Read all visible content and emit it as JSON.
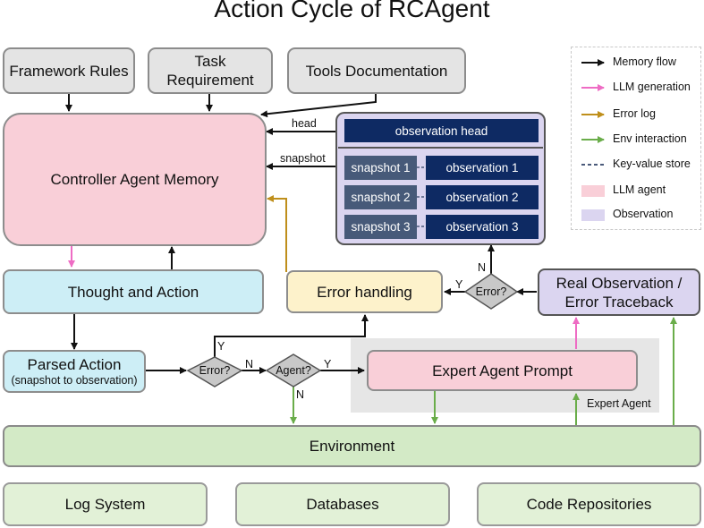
{
  "title": "Action Cycle of RCAgent",
  "inputs": {
    "framework_rules": "Framework Rules",
    "task_requirement": "Task Requirement",
    "tools_documentation": "Tools Documentation"
  },
  "controller_memory": "Controller Agent Memory",
  "observation_store": {
    "head": "observation head",
    "rows": [
      {
        "snapshot": "snapshot 1",
        "observation": "observation 1"
      },
      {
        "snapshot": "snapshot 2",
        "observation": "observation 2"
      },
      {
        "snapshot": "snapshot 3",
        "observation": "observation 3"
      }
    ]
  },
  "edge_labels": {
    "head": "head",
    "snapshot": "snapshot",
    "expert_agent": "Expert Agent"
  },
  "thought_and_action": "Thought and Action",
  "error_handling": "Error handling",
  "real_observation": "Real Observation / Error Traceback",
  "parsed_action": {
    "title": "Parsed Action",
    "subtitle": "(snapshot to observation)"
  },
  "decisions": {
    "error_left": "Error?",
    "agent": "Agent?",
    "error_right": "Error?",
    "yes": "Y",
    "no": "N"
  },
  "expert_agent_prompt": "Expert Agent Prompt",
  "environment": "Environment",
  "env_components": [
    "Log System",
    "Databases",
    "Code Repositories"
  ],
  "legend": [
    {
      "label": "Memory flow",
      "kind": "arrow",
      "color": "#111111"
    },
    {
      "label": "LLM generation",
      "kind": "arrow",
      "color": "#ee6cc4"
    },
    {
      "label": "Error log",
      "kind": "arrow",
      "color": "#bf8f1b"
    },
    {
      "label": "Env interaction",
      "kind": "arrow",
      "color": "#6aad4a"
    },
    {
      "label": "Key-value store",
      "kind": "dash",
      "color": "#4a5a7a"
    },
    {
      "label": "LLM agent",
      "kind": "swatch",
      "color": "#f9cfd8"
    },
    {
      "label": "Observation",
      "kind": "swatch",
      "color": "#dbd5f0"
    }
  ]
}
